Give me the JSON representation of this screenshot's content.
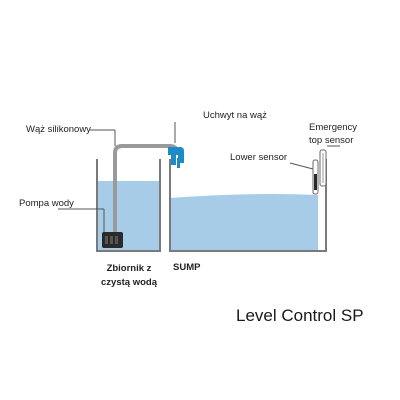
{
  "colors": {
    "water": "#a7cce8",
    "water_light": "#cfe2f2",
    "tank_wall": "#7a7a7a",
    "hose": "#9a9a9a",
    "hose_holder": "#1f8ac8",
    "pump": "#2a2a2a",
    "text": "#222222",
    "leader_line": "#555555"
  },
  "callouts": {
    "silicone_hose": "Wąż silikonowy",
    "hose_holder": "Uchwyt na wąż",
    "water_pump": "Pompa wody",
    "lower_sensor": "Lower sensor",
    "emergency_top_sensor_line1": "Emergency",
    "emergency_top_sensor_line2": "top sensor"
  },
  "tanks": {
    "fresh_water_tank_line1": "Zbiornik z",
    "fresh_water_tank_line2": "czystą wodą",
    "sump": "SUMP"
  },
  "brand": {
    "product_name": "Level Control SP"
  },
  "icons": {
    "pump": "water-pump-icon",
    "hose_holder": "hose-holder-icon",
    "sensors": "level-sensor-icon"
  }
}
